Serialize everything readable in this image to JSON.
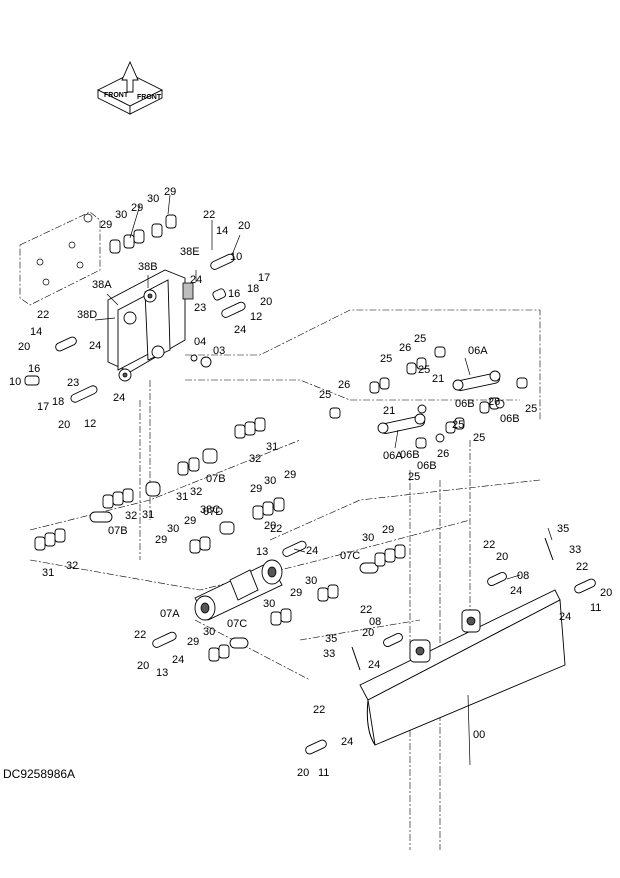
{
  "figure_code": "DC9258986A",
  "front_marker": {
    "line1": "FRONT",
    "line2": "FRONT"
  },
  "callouts": [
    {
      "id": "c1",
      "text": "29"
    },
    {
      "id": "c2",
      "text": "30"
    },
    {
      "id": "c3",
      "text": "29"
    },
    {
      "id": "c4",
      "text": "30"
    },
    {
      "id": "c5",
      "text": "29"
    },
    {
      "id": "c6",
      "text": "22"
    },
    {
      "id": "c7",
      "text": "14"
    },
    {
      "id": "c8",
      "text": "20"
    },
    {
      "id": "c9",
      "text": "38E"
    },
    {
      "id": "c10",
      "text": "10"
    },
    {
      "id": "c11",
      "text": "38B"
    },
    {
      "id": "c12",
      "text": "24"
    },
    {
      "id": "c13",
      "text": "17"
    },
    {
      "id": "c14",
      "text": "18"
    },
    {
      "id": "c15",
      "text": "38A"
    },
    {
      "id": "c16",
      "text": "16"
    },
    {
      "id": "c17",
      "text": "20"
    },
    {
      "id": "c18",
      "text": "23"
    },
    {
      "id": "c19",
      "text": "12"
    },
    {
      "id": "c20",
      "text": "24"
    },
    {
      "id": "c21",
      "text": "22"
    },
    {
      "id": "c22",
      "text": "38D"
    },
    {
      "id": "c23",
      "text": "14"
    },
    {
      "id": "c24",
      "text": "20"
    },
    {
      "id": "c25",
      "text": "24"
    },
    {
      "id": "c26",
      "text": "04"
    },
    {
      "id": "c27",
      "text": "03"
    },
    {
      "id": "c28",
      "text": "16"
    },
    {
      "id": "c29",
      "text": "10"
    },
    {
      "id": "c30",
      "text": "23"
    },
    {
      "id": "c31",
      "text": "17"
    },
    {
      "id": "c32",
      "text": "18"
    },
    {
      "id": "c33",
      "text": "24"
    },
    {
      "id": "c34",
      "text": "20"
    },
    {
      "id": "c35",
      "text": "12"
    },
    {
      "id": "c36",
      "text": "25"
    },
    {
      "id": "c37",
      "text": "26"
    },
    {
      "id": "c38",
      "text": "25"
    },
    {
      "id": "c39",
      "text": "06A"
    },
    {
      "id": "c40",
      "text": "26"
    },
    {
      "id": "c41",
      "text": "25"
    },
    {
      "id": "c42",
      "text": "21"
    },
    {
      "id": "c43",
      "text": "06B"
    },
    {
      "id": "c44",
      "text": "25"
    },
    {
      "id": "c45",
      "text": "26"
    },
    {
      "id": "c46",
      "text": "06B"
    },
    {
      "id": "c47",
      "text": "21"
    },
    {
      "id": "c48",
      "text": "06B"
    },
    {
      "id": "c49",
      "text": "25"
    },
    {
      "id": "c50",
      "text": "25"
    },
    {
      "id": "c51",
      "text": "25"
    },
    {
      "id": "c52",
      "text": "26"
    },
    {
      "id": "c53",
      "text": "06A"
    },
    {
      "id": "c54",
      "text": "06B"
    },
    {
      "id": "c55",
      "text": "25"
    },
    {
      "id": "c56",
      "text": "31"
    },
    {
      "id": "c57",
      "text": "32"
    },
    {
      "id": "c58",
      "text": "07B"
    },
    {
      "id": "c59",
      "text": "32"
    },
    {
      "id": "c60",
      "text": "31"
    },
    {
      "id": "c61",
      "text": "38C"
    },
    {
      "id": "c62",
      "text": "30"
    },
    {
      "id": "c63",
      "text": "29"
    },
    {
      "id": "c64",
      "text": "29"
    },
    {
      "id": "c65",
      "text": "32"
    },
    {
      "id": "c66",
      "text": "31"
    },
    {
      "id": "c67",
      "text": "07B"
    },
    {
      "id": "c68",
      "text": "29"
    },
    {
      "id": "c69",
      "text": "30"
    },
    {
      "id": "c70",
      "text": "07D"
    },
    {
      "id": "c71",
      "text": "29"
    },
    {
      "id": "c72",
      "text": "22"
    },
    {
      "id": "c73",
      "text": "20"
    },
    {
      "id": "c74",
      "text": "13"
    },
    {
      "id": "c75",
      "text": "24"
    },
    {
      "id": "c76",
      "text": "30"
    },
    {
      "id": "c77",
      "text": "29"
    },
    {
      "id": "c78",
      "text": "07C"
    },
    {
      "id": "c79",
      "text": "31"
    },
    {
      "id": "c80",
      "text": "32"
    },
    {
      "id": "c81",
      "text": "35"
    },
    {
      "id": "c82",
      "text": "33"
    },
    {
      "id": "c83",
      "text": "22"
    },
    {
      "id": "c84",
      "text": "20"
    },
    {
      "id": "c85",
      "text": "08"
    },
    {
      "id": "c86",
      "text": "24"
    },
    {
      "id": "c87",
      "text": "22"
    },
    {
      "id": "c88",
      "text": "20"
    },
    {
      "id": "c89",
      "text": "11"
    },
    {
      "id": "c90",
      "text": "24"
    },
    {
      "id": "c91",
      "text": "30"
    },
    {
      "id": "c92",
      "text": "07A"
    },
    {
      "id": "c93",
      "text": "29"
    },
    {
      "id": "c94",
      "text": "30"
    },
    {
      "id": "c95",
      "text": "22"
    },
    {
      "id": "c96",
      "text": "08"
    },
    {
      "id": "c97",
      "text": "20"
    },
    {
      "id": "c98",
      "text": "29"
    },
    {
      "id": "c99",
      "text": "30"
    },
    {
      "id": "c100",
      "text": "07C"
    },
    {
      "id": "c101",
      "text": "22"
    },
    {
      "id": "c102",
      "text": "20"
    },
    {
      "id": "c103",
      "text": "13"
    },
    {
      "id": "c104",
      "text": "24"
    },
    {
      "id": "c105",
      "text": "35"
    },
    {
      "id": "c106",
      "text": "33"
    },
    {
      "id": "c107",
      "text": "24"
    },
    {
      "id": "c108",
      "text": "22"
    },
    {
      "id": "c109",
      "text": "24"
    },
    {
      "id": "c110",
      "text": "20"
    },
    {
      "id": "c111",
      "text": "11"
    },
    {
      "id": "c112",
      "text": "00"
    }
  ]
}
